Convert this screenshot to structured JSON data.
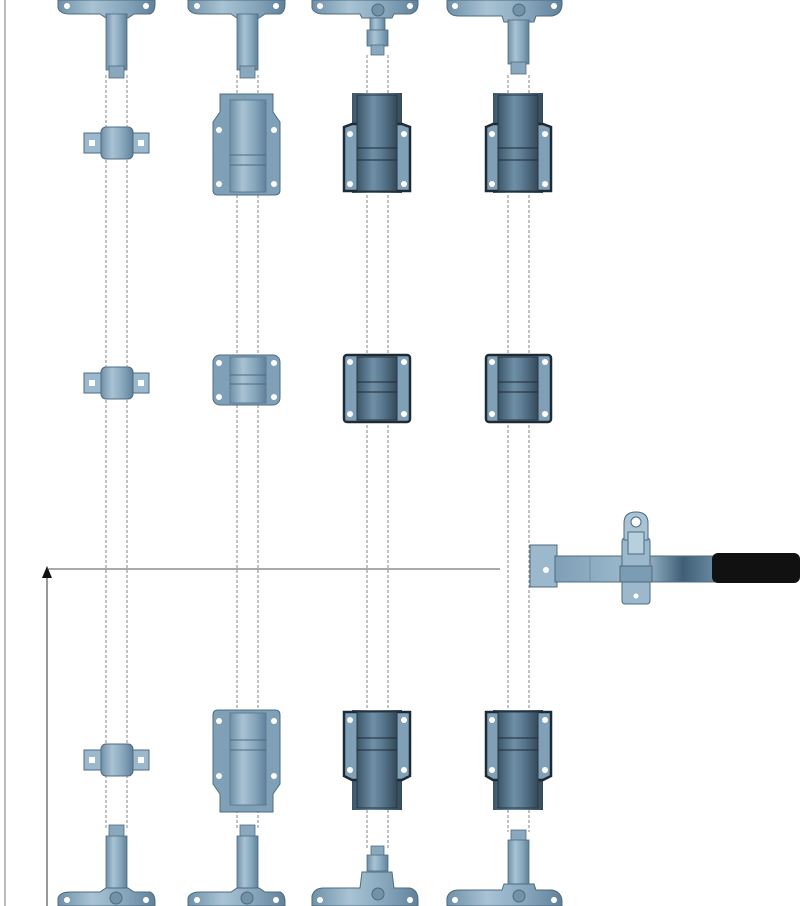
{
  "diagram": {
    "subject": "truck-door-lock-rod-assemblies",
    "assemblies": [
      {
        "id": "rod-assembly-1",
        "style": "narrow-strap-guides"
      },
      {
        "id": "rod-assembly-2",
        "style": "plain-plate-guides"
      },
      {
        "id": "rod-assembly-3",
        "style": "dark-framed-guides"
      },
      {
        "id": "rod-assembly-4",
        "style": "dark-framed-guides"
      }
    ],
    "handle": {
      "id": "cam-lock-handle",
      "grip": "black"
    },
    "height_indicator": {
      "arrow": "up"
    }
  },
  "colors": {
    "steel_light": "#9bb8cc",
    "steel": "#7b9cb3",
    "steel_dark": "#5a7d96",
    "steel_shadow": "#3f5f77",
    "frame_dark": "#2a3642",
    "grip": "#111111",
    "guide_line": "#555555",
    "background": "#ffffff"
  }
}
